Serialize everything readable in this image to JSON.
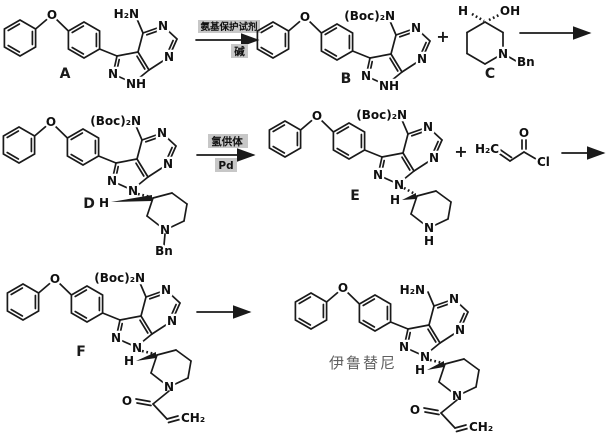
{
  "scheme": {
    "description_note": "",
    "product_name": "伊鲁替尼"
  },
  "atoms": {
    "O": "O",
    "N": "N",
    "NH": "NH",
    "H2N": "H₂N",
    "BocN": "(Boc)₂N",
    "H": "H",
    "OH": "OH",
    "Bn": "Bn",
    "Cl": "Cl",
    "CH2": "CH₂",
    "H2C": "H₂C"
  },
  "compounds": {
    "A": "A",
    "B": "B",
    "C": "C",
    "D": "D",
    "E": "E",
    "F": "F",
    "product": "伊鲁替尼"
  },
  "reagents": {
    "step1_line1": "氨基保护试剂",
    "step1_line2": "碱",
    "step2_line1": "氢供体",
    "step2_line2": "Pd"
  },
  "symbols": {
    "plus": "+"
  }
}
